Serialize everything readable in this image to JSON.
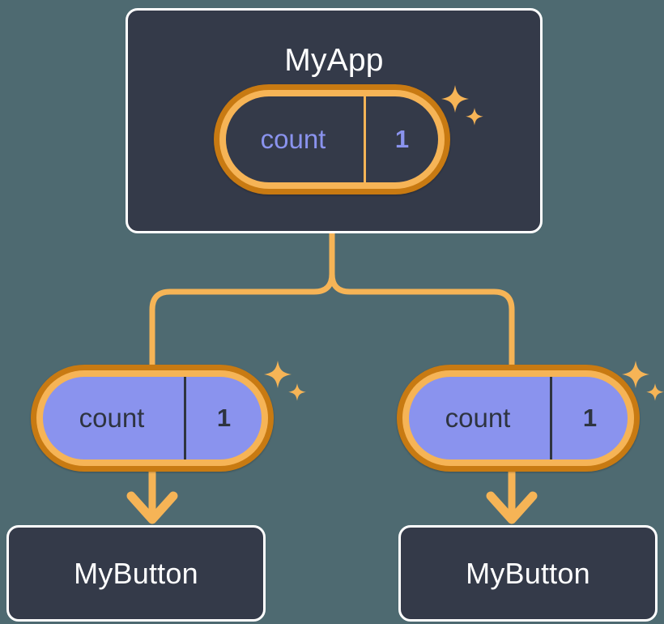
{
  "theme": {
    "page_background": "#4e6a71",
    "card_background": "#343a49",
    "card_border": "#ffffff",
    "accent_orange_light": "#f6b456",
    "accent_orange_dark": "#c87a12",
    "accent_periwinkle": "#8a93ee",
    "text_dark": "#2e3440"
  },
  "diagram": {
    "type": "component-tree",
    "root": {
      "name": "root-component",
      "title": "MyApp",
      "state": {
        "key": "count",
        "value": "1",
        "style": "dark-interior",
        "has_sparkles": true
      }
    },
    "children": [
      {
        "name": "child-left",
        "state": {
          "key": "count",
          "value": "1",
          "style": "filled-interior",
          "has_sparkles": true
        },
        "consumer": {
          "title": "MyButton",
          "arrow": "down-arrow"
        }
      },
      {
        "name": "child-right",
        "state": {
          "key": "count",
          "value": "1",
          "style": "filled-interior",
          "has_sparkles": true
        },
        "consumer": {
          "title": "MyButton",
          "arrow": "down-arrow"
        }
      }
    ]
  }
}
